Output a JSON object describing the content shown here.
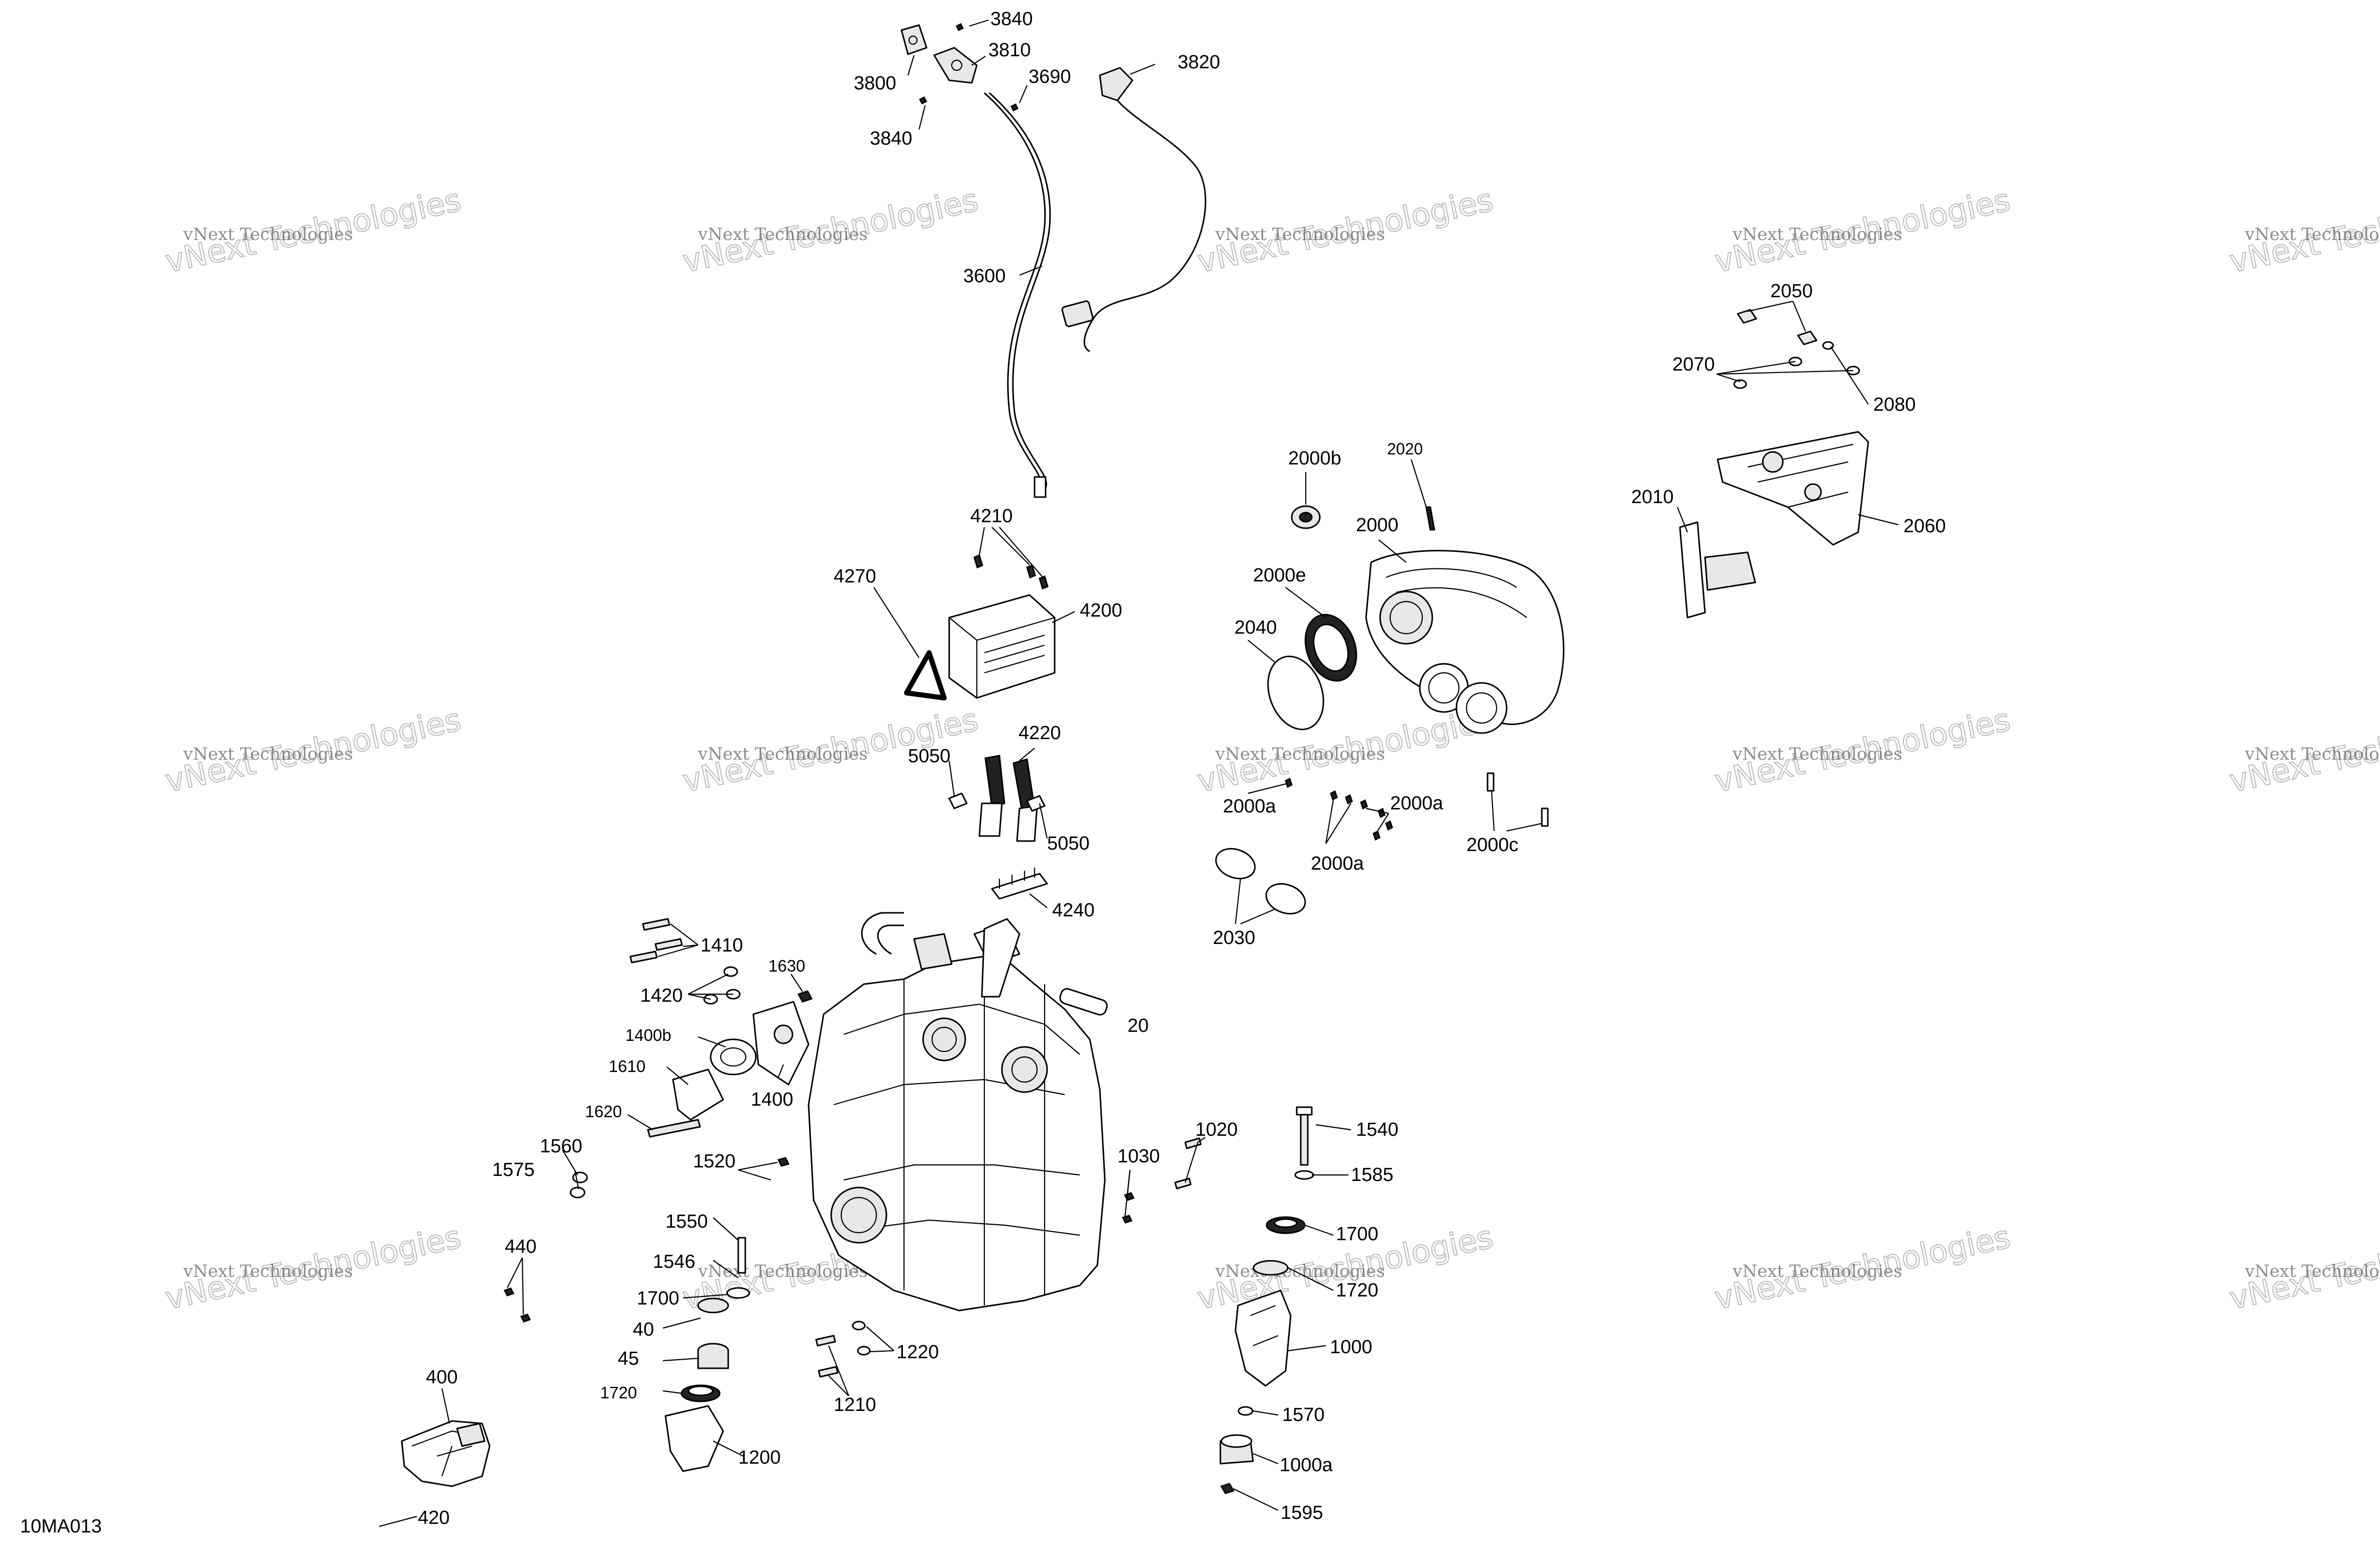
{
  "diagram_code": "10MA013",
  "watermark": {
    "line1": "vNext Technologies",
    "line2": "vNext Technologies"
  },
  "labels": {
    "l3840a": "3840",
    "l3810": "3810",
    "l3800": "3800",
    "l3690": "3690",
    "l3840b": "3840",
    "l3820": "3820",
    "l3600": "3600",
    "l2050": "2050",
    "l2070": "2070",
    "l2080": "2080",
    "l2060": "2060",
    "l2010": "2010",
    "l2000b": "2000b",
    "l2020": "2020",
    "l2000": "2000",
    "l2000e": "2000e",
    "l2040": "2040",
    "l2000a_1": "2000a",
    "l2000a_2": "2000a",
    "l2000a_3": "2000a",
    "l2000c": "2000c",
    "l2030": "2030",
    "l4210": "4210",
    "l4270": "4270",
    "l4200": "4200",
    "l4220": "4220",
    "l5050a": "5050",
    "l5050b": "5050",
    "l4240": "4240",
    "l1410": "1410",
    "l1420": "1420",
    "l1630": "1630",
    "l1400b": "1400b",
    "l1610": "1610",
    "l1400": "1400",
    "l1620": "1620",
    "l20": "20",
    "l1560": "1560",
    "l1575": "1575",
    "l1520": "1520",
    "l1030": "1030",
    "l1020": "1020",
    "l1540": "1540",
    "l1585": "1585",
    "l1550": "1550",
    "l1546": "1546",
    "l1700a": "1700",
    "l1700b": "1700",
    "l1720a": "1720",
    "l1720b": "1720",
    "l440": "440",
    "l40": "40",
    "l45": "45",
    "l1220": "1220",
    "l1210": "1210",
    "l1000": "1000",
    "l1570": "1570",
    "l1000a": "1000a",
    "l1595": "1595",
    "l400": "400",
    "l1200": "1200",
    "l420": "420"
  }
}
